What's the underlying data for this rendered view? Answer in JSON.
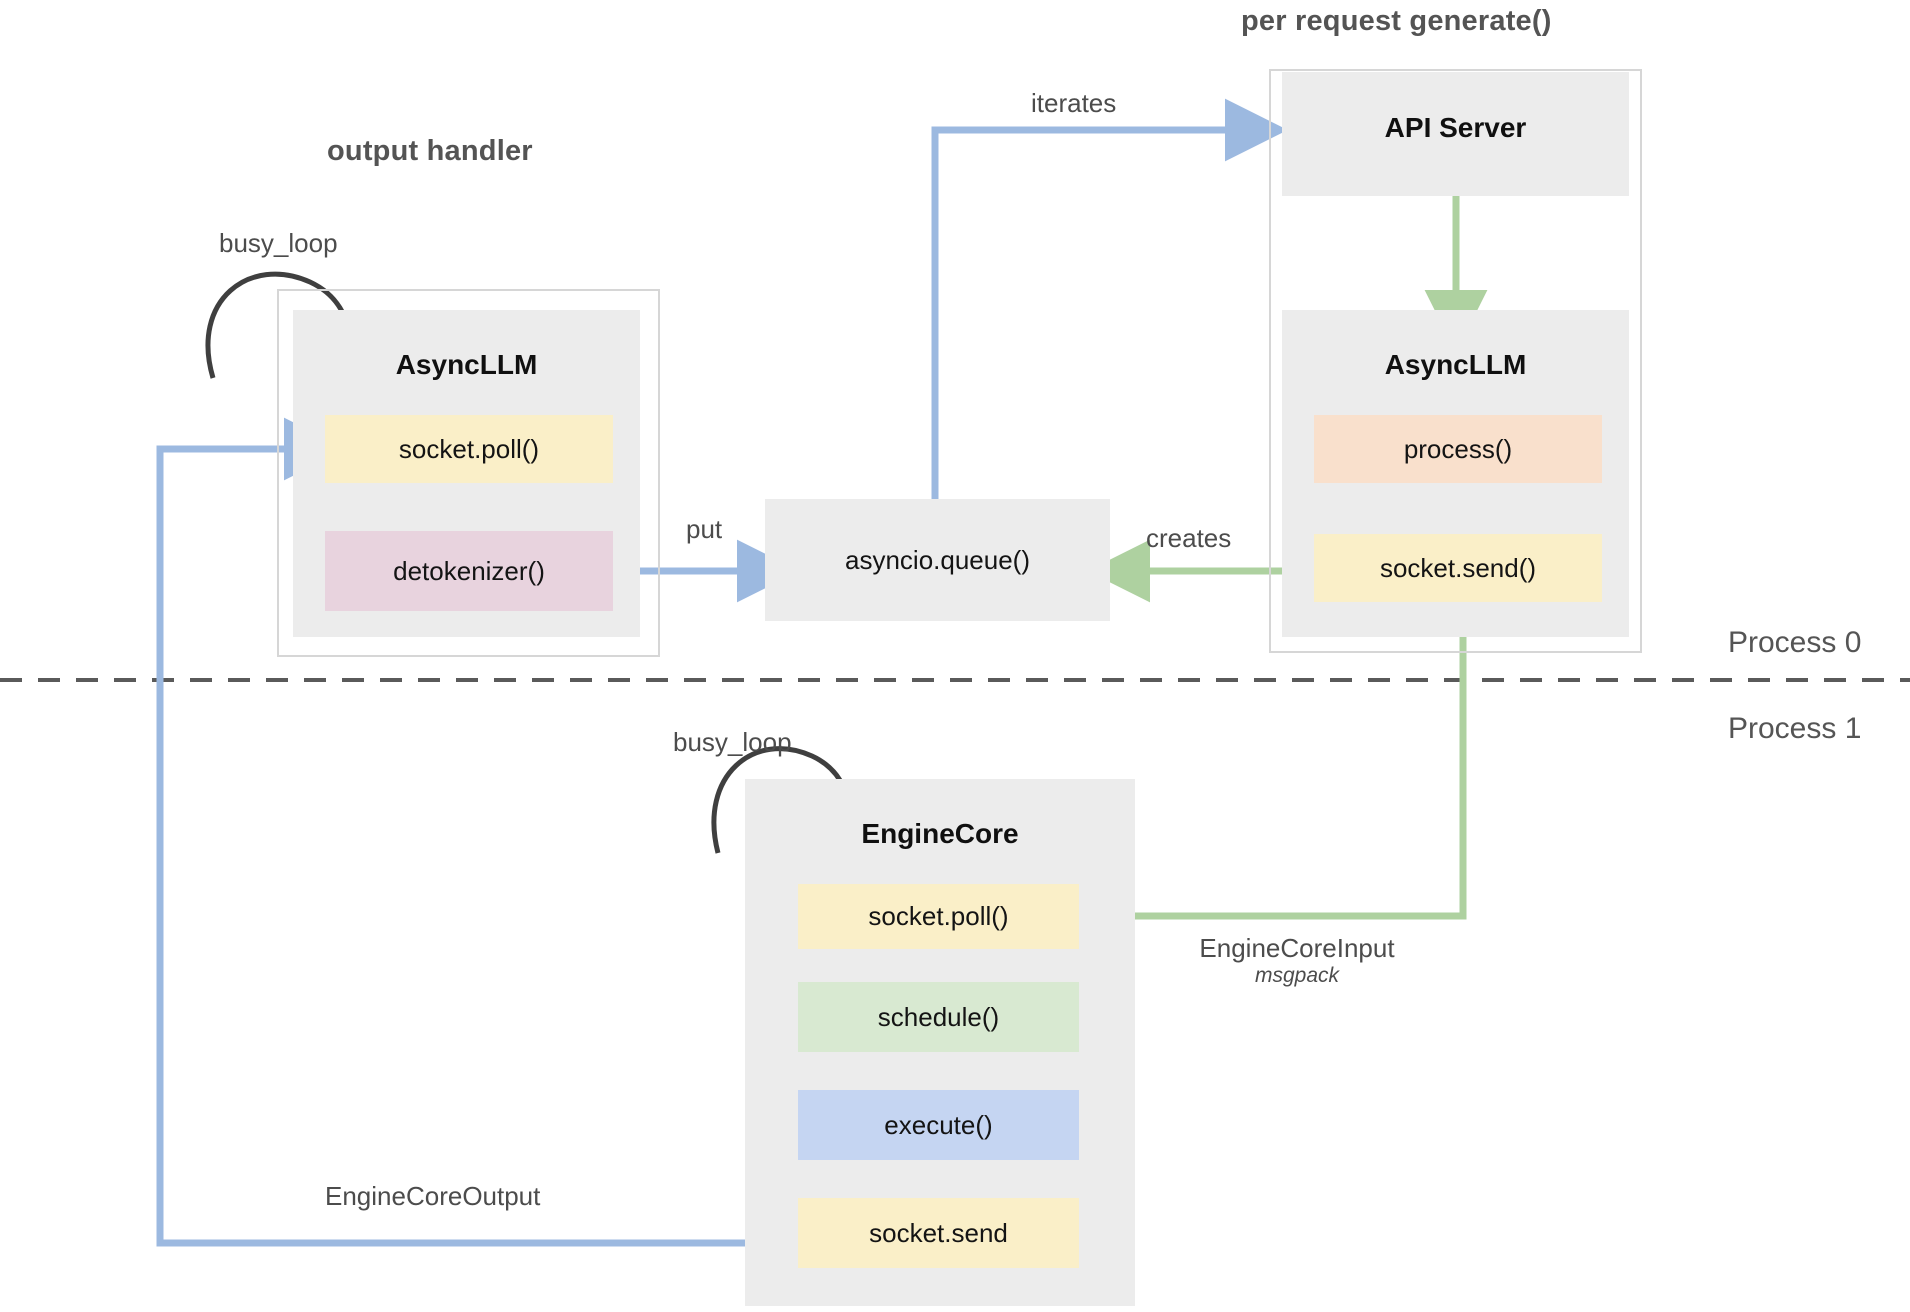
{
  "diagram": {
    "title_output_handler": "output handler",
    "title_per_request": "per request generate()",
    "process_top": "Process 0",
    "process_bottom": "Process 1"
  },
  "output_handler": {
    "component_title": "AsyncLLM",
    "busy_loop_label": "busy_loop",
    "chips": [
      {
        "label": "socket.poll()",
        "color": "#faefc8"
      },
      {
        "label": "detokenizer()",
        "color": "#e8d3de"
      }
    ]
  },
  "queue": {
    "label": "asyncio.queue()",
    "put_label": "put",
    "creates_label": "creates",
    "iterates_label": "iterates"
  },
  "per_request": {
    "api_server_title": "API Server",
    "async_llm_title": "AsyncLLM",
    "chips": [
      {
        "label": "process()",
        "color": "#f9e0cc"
      },
      {
        "label": "socket.send()",
        "color": "#faefc8"
      }
    ]
  },
  "engine_core": {
    "component_title": "EngineCore",
    "busy_loop_label": "busy_loop",
    "chips": [
      {
        "label": "socket.poll()",
        "color": "#faefc8"
      },
      {
        "label": "schedule()",
        "color": "#d8e9d1"
      },
      {
        "label": "execute()",
        "color": "#c5d5f2"
      },
      {
        "label": "socket.send",
        "color": "#faefc8"
      }
    ]
  },
  "transports": {
    "input_label": "EngineCoreInput",
    "input_format": "msgpack",
    "output_label": "EngineCoreOutput"
  },
  "colors": {
    "blue_arrow": "#9cb9e0",
    "green_arrow": "#aed1a0",
    "black_arrow": "#3f3f3f",
    "box_grey": "#ececec",
    "border_grey": "#d6d6d6",
    "dash_grey": "#5a5a5a"
  }
}
